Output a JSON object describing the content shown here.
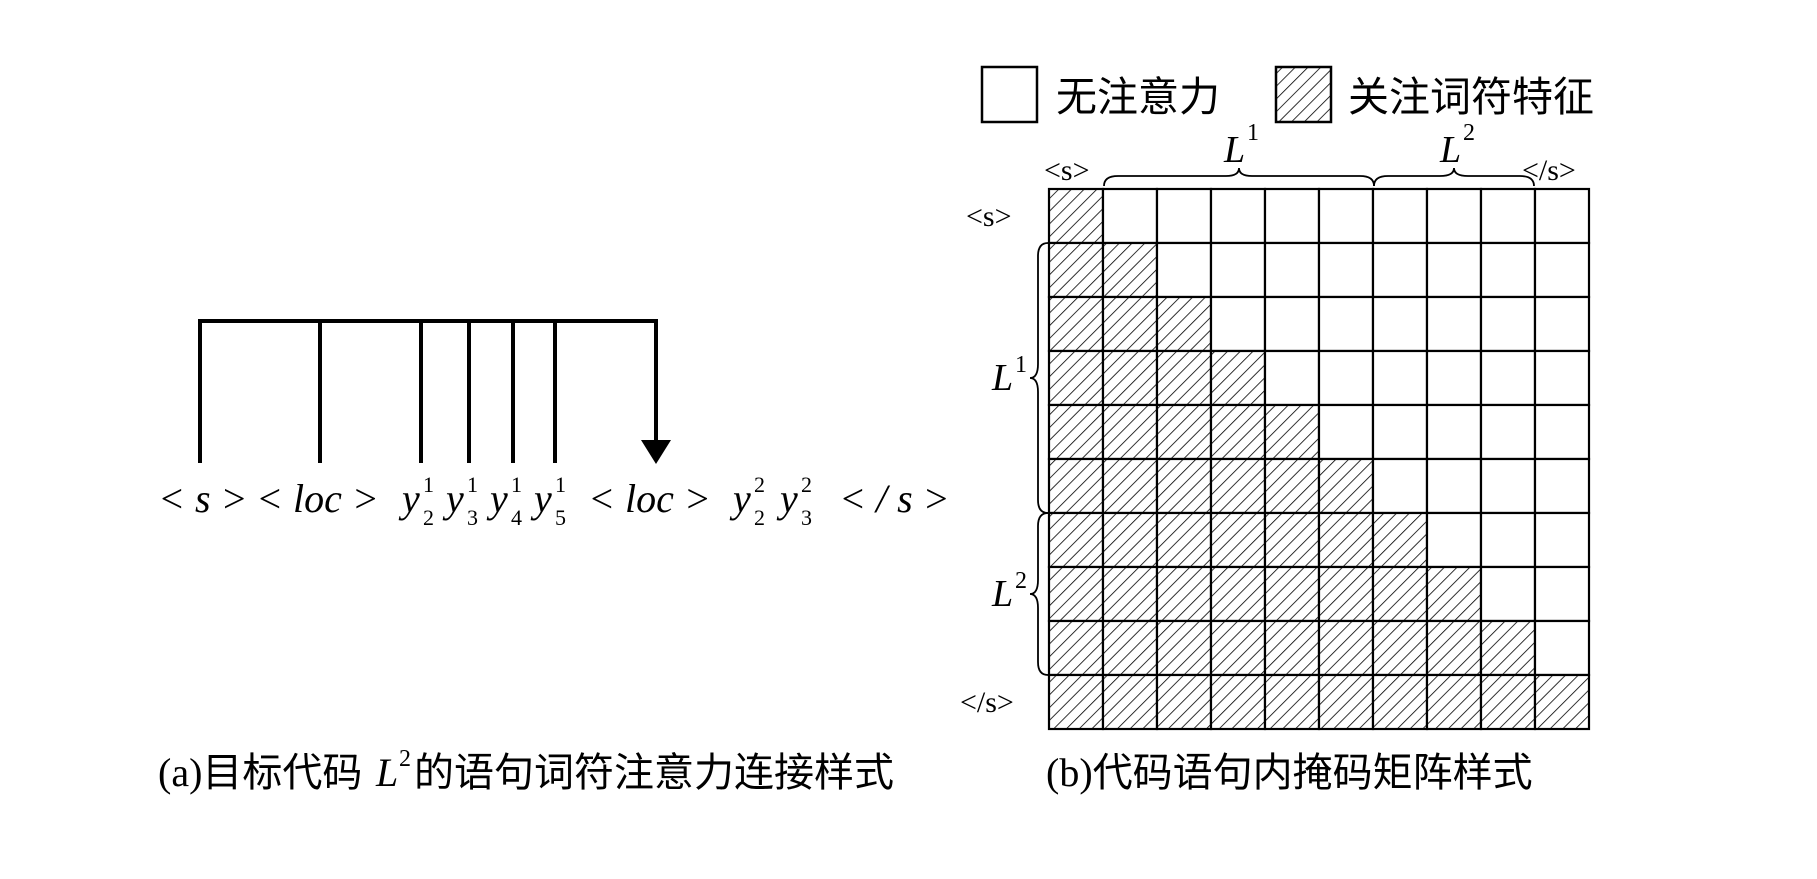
{
  "legend": {
    "no_attention": "无注意力",
    "attention": "关注词符特征"
  },
  "panel_a": {
    "tokens": {
      "s_open": "< s >",
      "loc1": "< loc >",
      "y": "y",
      "loc2": "< loc >",
      "s_close": "< / s >"
    },
    "subscripts": [
      "2",
      "3",
      "4",
      "5",
      "2",
      "3"
    ],
    "superscripts": [
      "1",
      "1",
      "1",
      "1",
      "2",
      "2"
    ],
    "caption": {
      "prefix": "(a)目标代码",
      "L": "L",
      "sup": "2",
      "suffix": "的语句词符注意力连接样式"
    }
  },
  "panel_b": {
    "top_labels": {
      "s_open": "<s>",
      "s_close": "</s>",
      "L": "L",
      "L1_sup": "1",
      "L2_sup": "2"
    },
    "side_labels": {
      "s_open": "<s>",
      "s_close": "</s>",
      "L": "L",
      "L1_sup": "1",
      "L2_sup": "2"
    },
    "matrix": [
      [
        1,
        0,
        0,
        0,
        0,
        0,
        0,
        0,
        0,
        0
      ],
      [
        1,
        1,
        0,
        0,
        0,
        0,
        0,
        0,
        0,
        0
      ],
      [
        1,
        1,
        1,
        0,
        0,
        0,
        0,
        0,
        0,
        0
      ],
      [
        1,
        1,
        1,
        1,
        0,
        0,
        0,
        0,
        0,
        0
      ],
      [
        1,
        1,
        1,
        1,
        1,
        0,
        0,
        0,
        0,
        0
      ],
      [
        1,
        1,
        1,
        1,
        1,
        1,
        0,
        0,
        0,
        0
      ],
      [
        1,
        1,
        1,
        1,
        1,
        1,
        1,
        0,
        0,
        0
      ],
      [
        1,
        1,
        1,
        1,
        1,
        1,
        1,
        1,
        0,
        0
      ],
      [
        1,
        1,
        1,
        1,
        1,
        1,
        1,
        1,
        1,
        0
      ],
      [
        1,
        1,
        1,
        1,
        1,
        1,
        1,
        1,
        1,
        1
      ]
    ],
    "caption": "(b)代码语句内掩码矩阵样式"
  }
}
